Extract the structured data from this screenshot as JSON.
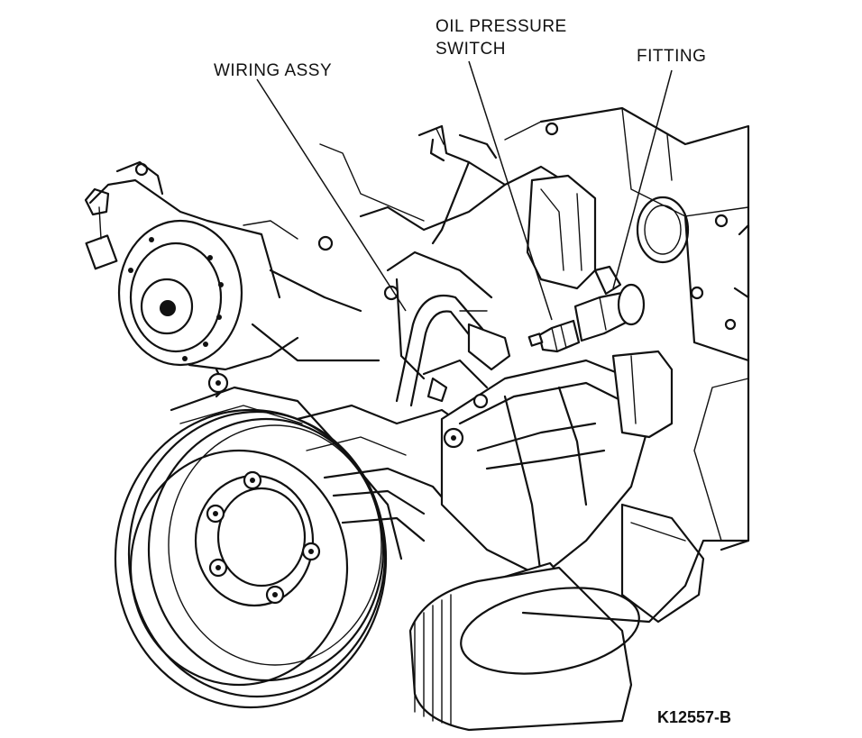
{
  "diagram": {
    "labels": {
      "wiring_assy": "WIRING ASSY",
      "oil_pressure_switch_line1": "OIL PRESSURE",
      "oil_pressure_switch_line2": "SWITCH",
      "fitting": "FITTING"
    },
    "figure_id": "K12557-B"
  }
}
